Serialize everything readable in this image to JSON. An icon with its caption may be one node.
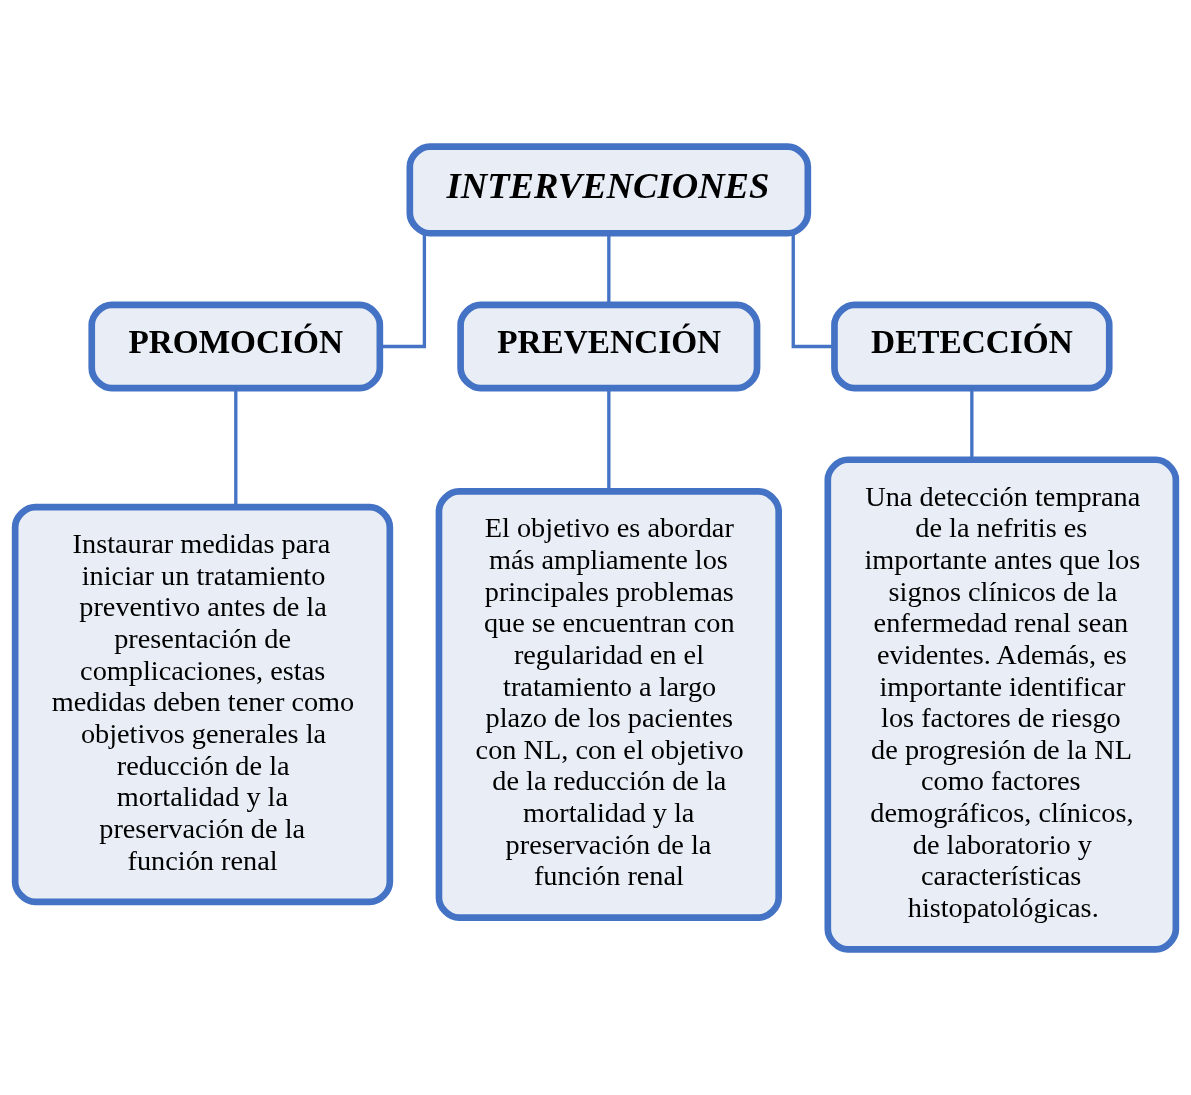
{
  "diagram": {
    "nodes": [
      {
        "text": [
          "INTERVENCIONES"
        ]
      },
      {
        "text": [
          "PROMOCIÓN"
        ]
      },
      {
        "text": [
          "PREVENCIÓN"
        ]
      },
      {
        "text": [
          "DETECCIÓN"
        ]
      },
      {
        "text": [
          "Instaurar medidas para iniciar un tratamiento preventivo antes de la presentación de complicaciones, estas medidas deben tener como objetivos generales la reducción de la mortalidad y la preservación de la función renal"
        ]
      },
      {
        "text": [
          "El objetivo es abordar más ampliamente los principales problemas que se encuentran con regularidad en el tratamiento a largo plazo de los pacientes con NL, con el objetivo de la reducción de la mortalidad y la preservación de la función renal"
        ]
      },
      {
        "text": [
          "Una detección temprana de la nefritis es importante antes que los signos clínicos de la enfermedad renal sean evidentes. Además, es importante identificar los factores de riesgo de progresión de la NL como factores demográficos, clínicos, de laboratorio y características histopatológicas."
        ]
      }
    ],
    "edges": [
      {
        "from": 0,
        "to": 1,
        "arrow": "none"
      },
      {
        "from": 0,
        "to": 2,
        "arrow": "none"
      },
      {
        "from": 0,
        "to": 3,
        "arrow": "none"
      },
      {
        "from": 1,
        "to": 4,
        "arrow": "none"
      },
      {
        "from": 2,
        "to": 5,
        "arrow": "none"
      },
      {
        "from": 3,
        "to": 6,
        "arrow": "none"
      }
    ]
  }
}
